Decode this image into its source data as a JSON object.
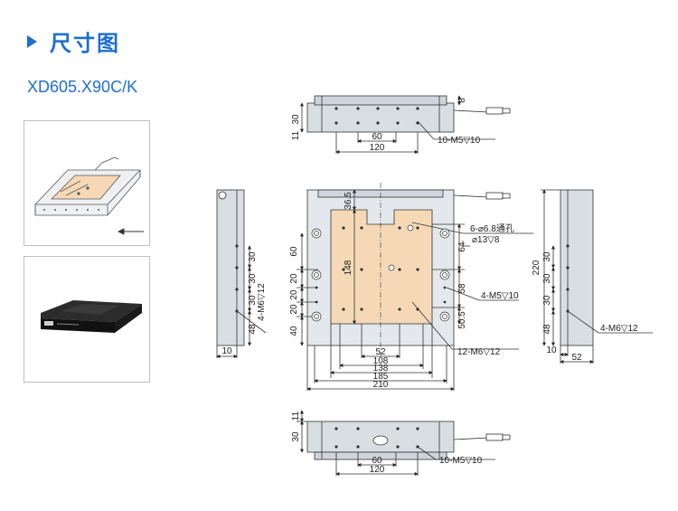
{
  "section": {
    "title": "尺寸图"
  },
  "model": "XD605.X90C/K",
  "icons": {
    "header": "triangle-right-icon",
    "arrow": "arrow-left-icon"
  },
  "colors": {
    "accent": "#1e6fd0",
    "table": "#f5d9b6",
    "body": "#d9dee3",
    "line": "#222222"
  },
  "dims": {
    "top": {
      "h30": "30",
      "h11": "11",
      "h8": "8",
      "w60": "60",
      "w120": "120",
      "note": "10-M5▽10"
    },
    "front": {
      "d36_5": "36.5",
      "d60": "60",
      "d20a": "20",
      "d20b": "20",
      "d20c": "20",
      "d40": "40",
      "d148": "148",
      "d64": "64",
      "d58": "58",
      "d50_5": "50.5",
      "w52": "52",
      "w108": "108",
      "w138": "138",
      "w185": "185",
      "w210": "210",
      "n1": "6-⌀6.8通孔",
      "n2": "⌀13▽8",
      "n3": "4-M5▽10",
      "n4": "12-M6▽12"
    },
    "left": {
      "d30a": "30",
      "d30b": "30",
      "d30c": "30",
      "d48": "48",
      "w10": "10",
      "note": "4-M6▽12"
    },
    "right": {
      "d220": "220",
      "d30a": "30",
      "d30b": "30",
      "d30c": "30",
      "d48": "48",
      "w10": "10",
      "w52": "52",
      "note": "4-M6▽12"
    },
    "bottom": {
      "h30": "30",
      "h11": "11",
      "w60": "60",
      "w120": "120",
      "note": "10-M5▽10"
    }
  }
}
